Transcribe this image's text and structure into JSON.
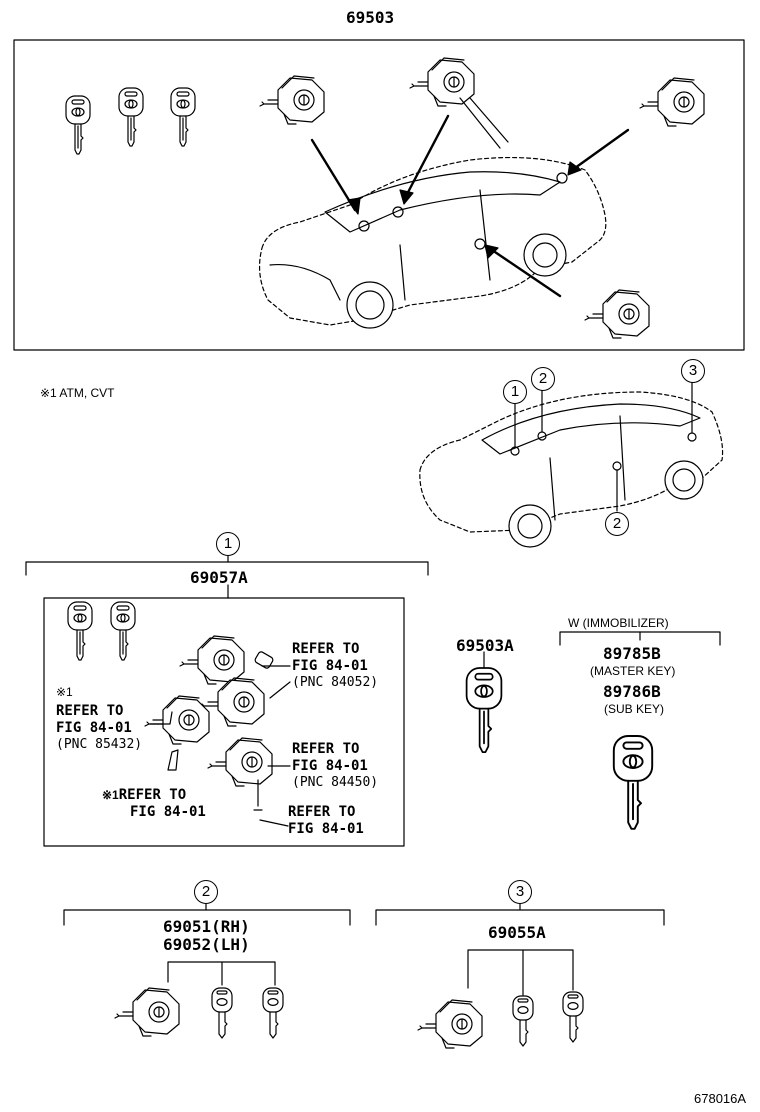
{
  "top": {
    "part_number": "69503"
  },
  "note": {
    "mark": "※1",
    "text": "ATM, CVT"
  },
  "callouts": {
    "c1": "1",
    "c2": "2",
    "c3": "3"
  },
  "group1": {
    "part_number": "69057A",
    "ref_top_right": {
      "l1": "REFER TO",
      "l2": "FIG 84-01",
      "l3": "(PNC 84052)"
    },
    "ref_left": {
      "mark": "※1",
      "l1": "REFER TO",
      "l2": "FIG 84-01",
      "l3": "(PNC 85432)"
    },
    "ref_mid_right": {
      "l1": "REFER TO",
      "l2": "FIG 84-01",
      "l3": "(PNC 84450)"
    },
    "ref_bottom_left": {
      "mark": "※1",
      "l1": "REFER TO",
      "l2": "FIG 84-01"
    },
    "ref_bottom_right": {
      "l1": "REFER TO",
      "l2": "FIG 84-01"
    }
  },
  "key_single": {
    "part_number": "69503A"
  },
  "immobilizer": {
    "header": "W (IMMOBILIZER)",
    "master_pn": "89785B",
    "master_label": "(MASTER KEY)",
    "sub_pn": "89786B",
    "sub_label": "(SUB KEY)"
  },
  "group2": {
    "pn_rh": "69051(RH)",
    "pn_lh": "69052(LH)"
  },
  "group3": {
    "part_number": "69055A"
  },
  "footer": {
    "code": "678016A"
  }
}
